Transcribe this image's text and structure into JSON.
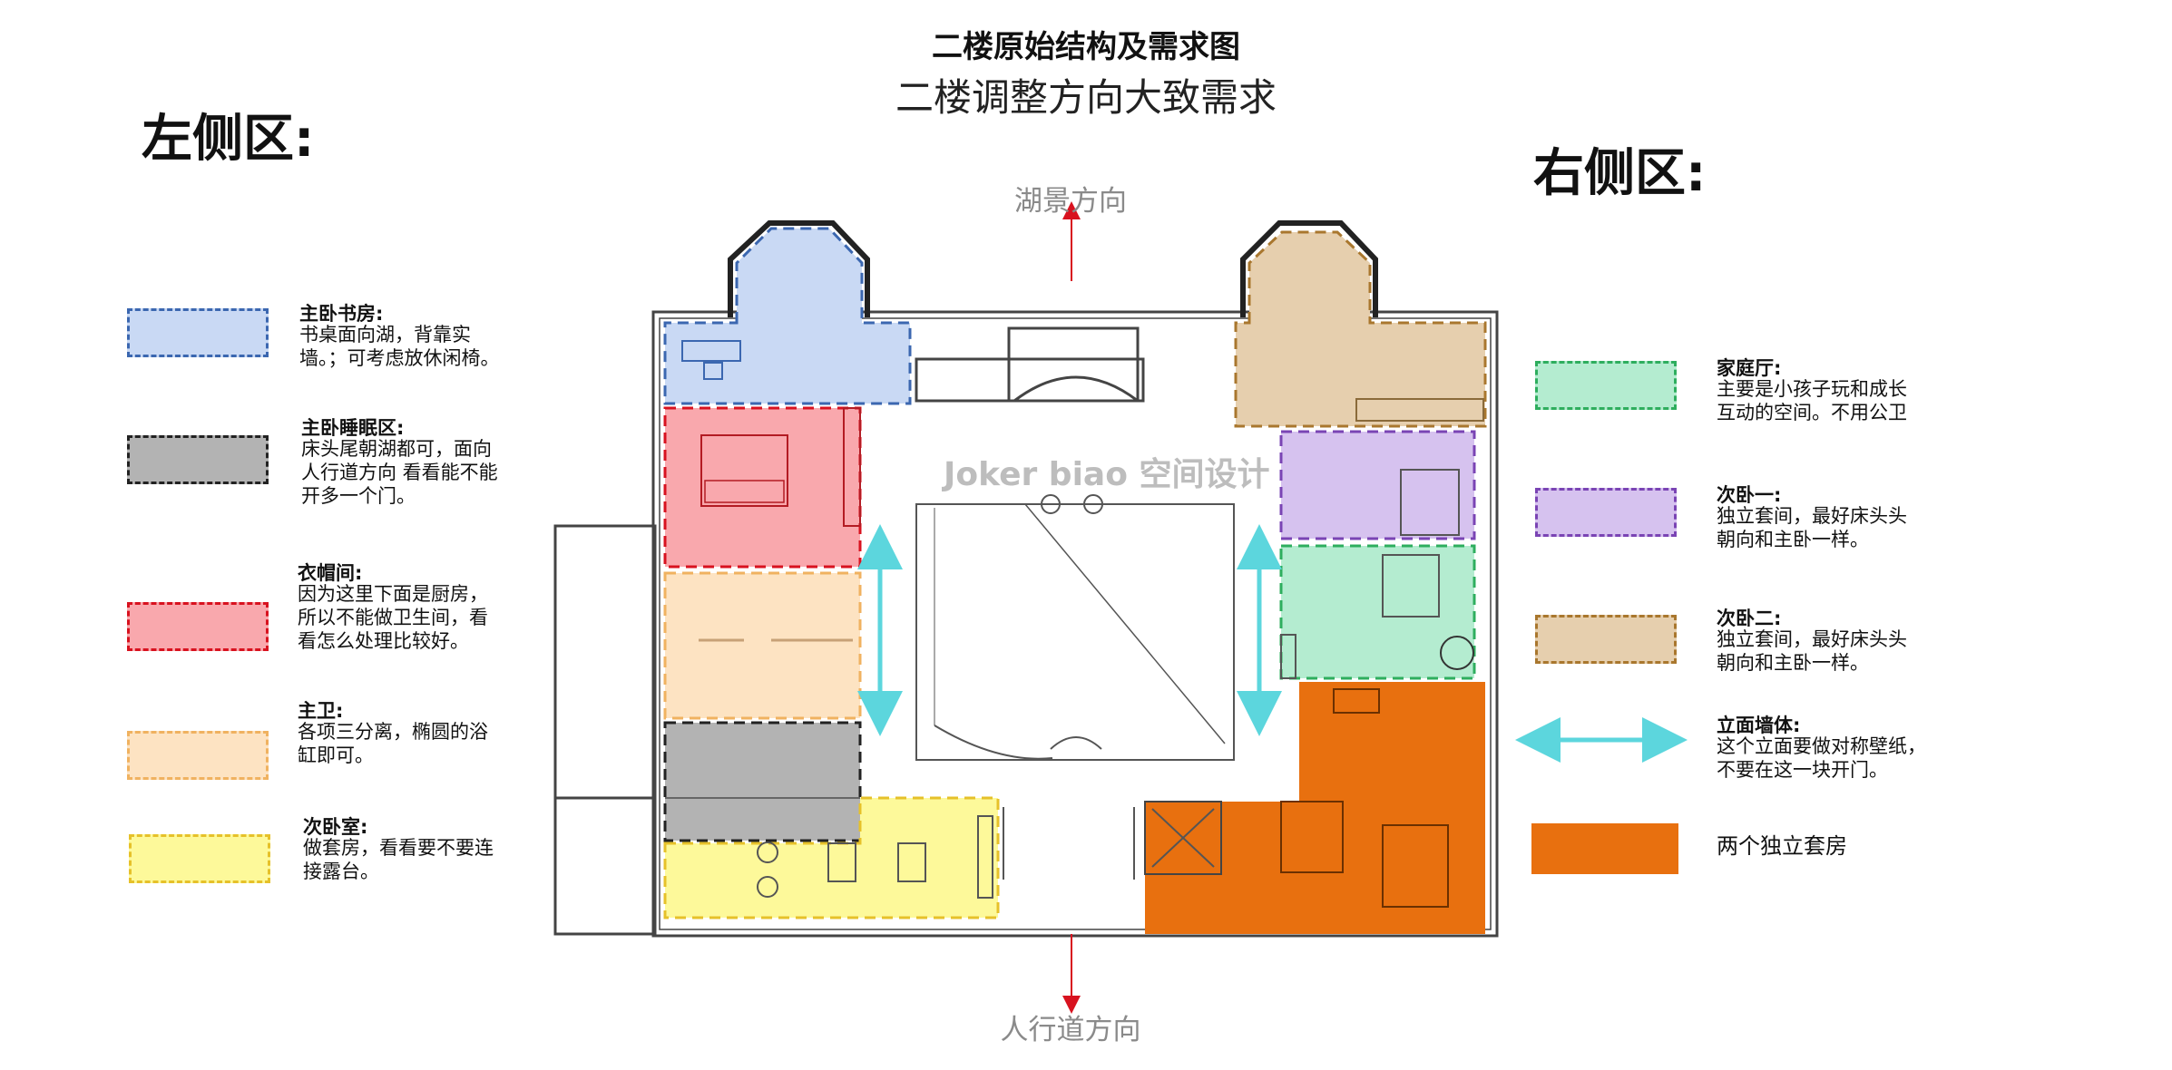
{
  "header": {
    "title": "二楼原始结构及需求图",
    "subtitle": "二楼调整方向大致需求"
  },
  "zones": {
    "left": "左侧区:",
    "right": "右侧区:"
  },
  "directions": {
    "top": "湖景方向",
    "bottom": "人行道方向"
  },
  "watermark": "Joker biao 空间设计",
  "colors": {
    "study": "#c9d9f4",
    "study_border": "#3b67b0",
    "sleep": "#b3b3b3",
    "sleep_border": "#222222",
    "closet": "#f9a8ad",
    "closet_border": "#d8121f",
    "bath": "#fde3c2",
    "bath_border": "#f0b260",
    "guest": "#fdf99a",
    "guest_border": "#e6c12a",
    "family": "#b4ecd0",
    "family_border": "#2eae5e",
    "bed1": "#d6c2ef",
    "bed1_border": "#7a44b4",
    "bed2": "#e6cfae",
    "bed2_border": "#a9772e",
    "wall_arrow": "#5cd6dd",
    "suite": "#e8700f"
  },
  "legend_left": [
    {
      "title": "主卧书房:",
      "desc": "书桌面向湖，背靠实\n墙。；可考虑放休闲椅。"
    },
    {
      "title": "主卧睡眠区:",
      "desc": "床头尾朝湖都可，面向\n人行道方向 看看能不能\n开多一个门。"
    },
    {
      "title": "衣帽间:",
      "desc": "因为这里下面是厨房，\n所以不能做卫生间，看\n看怎么处理比较好。"
    },
    {
      "title": "主卫:",
      "desc": "各项三分离，椭圆的浴\n缸即可。"
    },
    {
      "title": "次卧室:",
      "desc": "做套房，看看要不要连\n接露台。"
    }
  ],
  "legend_right": [
    {
      "title": "家庭厅:",
      "desc": "主要是小孩子玩和成长\n互动的空间。不用公卫"
    },
    {
      "title": "次卧一:",
      "desc": "独立套间，最好床头头\n朝向和主卧一样。"
    },
    {
      "title": "次卧二:",
      "desc": "独立套间，最好床头头\n朝向和主卧一样。"
    },
    {
      "title": "立面墙体:",
      "desc": "这个立面要做对称壁纸，\n不要在这一块开门。"
    },
    {
      "title": "",
      "desc": "两个独立套房"
    }
  ]
}
